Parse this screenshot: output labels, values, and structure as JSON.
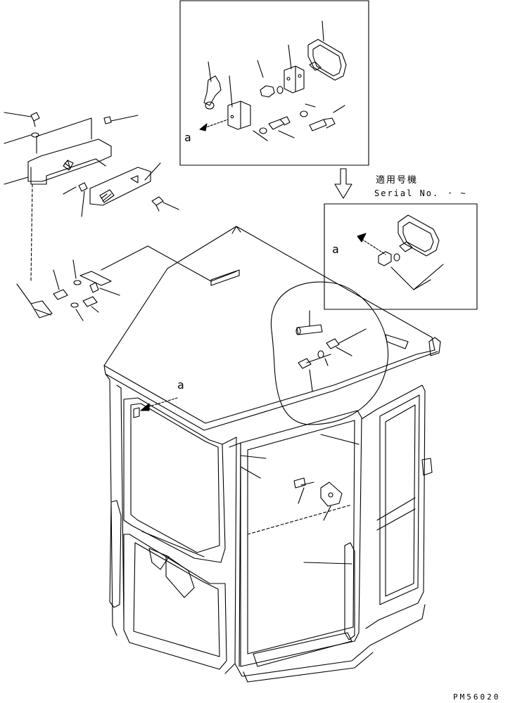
{
  "diagram": {
    "callouts": {
      "detail_top": "a",
      "detail_mid": "a",
      "cab_roof": "a"
    },
    "applicability": {
      "label_jp": "適用号機",
      "label_en": "Serial No.",
      "range_marks": "· ~"
    },
    "figure_code": "PM56020"
  }
}
